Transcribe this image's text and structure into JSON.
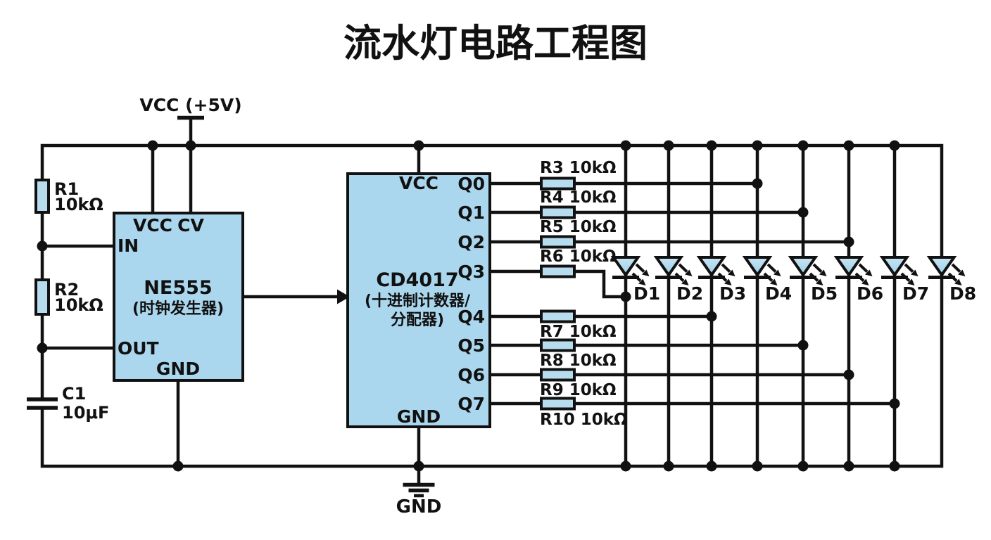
{
  "title": "流水灯电路工程图",
  "colors": {
    "component_fill": "#abd7ee",
    "wire": "#111111",
    "background": "#ffffff"
  },
  "power": {
    "vcc_label": "VCC (+5V)"
  },
  "ne555": {
    "name": "NE555",
    "description": "(时钟发生器)",
    "pin_vcc": "VCC",
    "pin_cv": "CV",
    "pin_in": "IN",
    "pin_out": "OUT",
    "pin_gnd": "GND"
  },
  "cd4017": {
    "name": "CD4017",
    "description_line1": "(十进制计数器/",
    "description_line2": "分配器)",
    "pin_vcc": "VCC",
    "pin_gnd": "GND",
    "outputs": [
      "Q0",
      "Q1",
      "Q2",
      "Q3",
      "Q4",
      "Q5",
      "Q6",
      "Q7"
    ]
  },
  "resistors": {
    "r1": {
      "name": "R1",
      "value": "10kΩ"
    },
    "r2": {
      "name": "R2",
      "value": "10kΩ"
    },
    "series": [
      "R3 10kΩ",
      "R4 10kΩ",
      "R5 10kΩ",
      "R6 10kΩ",
      "R7 10kΩ",
      "R8 10kΩ",
      "R9 10kΩ",
      "R10 10kΩ"
    ]
  },
  "capacitor": {
    "name": "C1",
    "value": "10μF"
  },
  "leds": [
    "D1",
    "D2",
    "D3",
    "D4",
    "D5",
    "D6",
    "D7",
    "D8"
  ],
  "ground_label": "GND"
}
